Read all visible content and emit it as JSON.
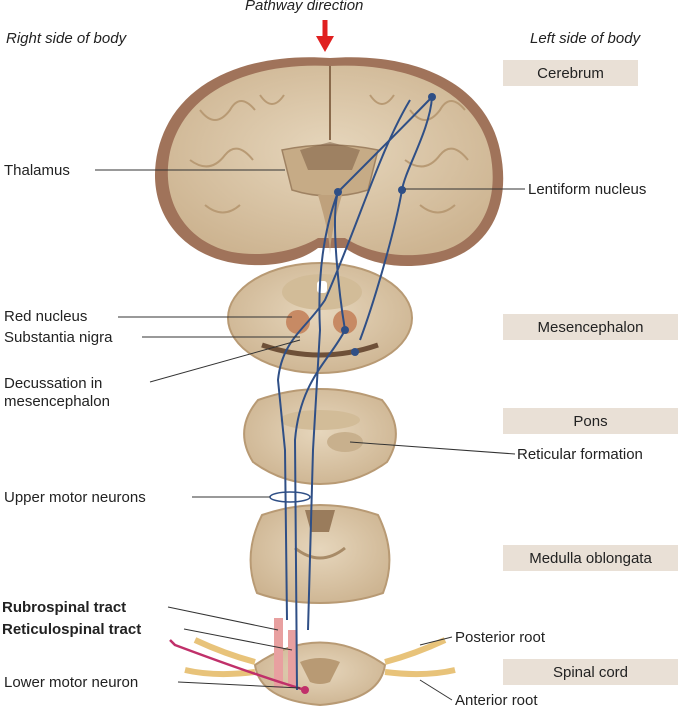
{
  "header": {
    "direction": "Pathway direction",
    "right_side": "Right side of body",
    "left_side": "Left side of body"
  },
  "sections": {
    "cerebrum": "Cerebrum",
    "mesencephalon": "Mesencephalon",
    "pons": "Pons",
    "medulla": "Medulla oblongata",
    "spinal_cord": "Spinal cord"
  },
  "labels": {
    "thalamus": "Thalamus",
    "lentiform": "Lentiform nucleus",
    "red_nucleus": "Red nucleus",
    "substantia_nigra": "Substantia nigra",
    "decussation_1": "Decussation in",
    "decussation_2": "mesencephalon",
    "reticular_formation": "Reticular formation",
    "upper_motor": "Upper motor neurons",
    "rubrospinal": "Rubrospinal tract",
    "reticulospinal": "Reticulospinal tract",
    "posterior_root": "Posterior root",
    "lower_motor": "Lower motor neuron",
    "anterior_root": "Anterior root"
  },
  "colors": {
    "tissue": "#d9c6a8",
    "tissue_dark": "#b89a74",
    "cortex": "#a0735a",
    "pathway": "#2f4f86",
    "arrow": "#e02020",
    "section_box": "#e9e0d6",
    "tract_pink": "#e8a0a0",
    "lower_neuron": "#c0306a",
    "nerve": "#e8c37a"
  }
}
